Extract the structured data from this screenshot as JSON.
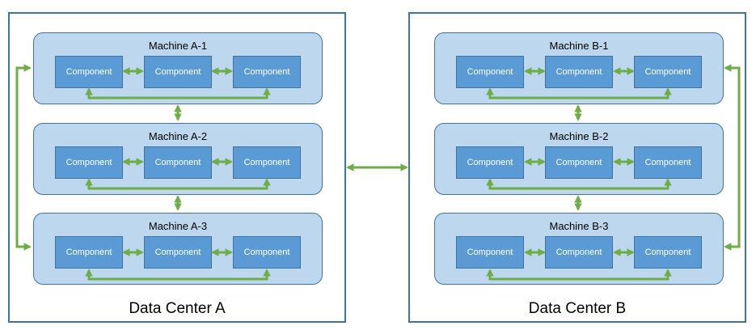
{
  "colors": {
    "datacenter_border": "#41719c",
    "machine_fill": "#bdd7ee",
    "component_fill": "#5b9bd5",
    "arrow": "#70ad47"
  },
  "datacenters": [
    {
      "title": "Data Center A",
      "machines": [
        {
          "title": "Machine A-1",
          "components": [
            "Component",
            "Component",
            "Component"
          ]
        },
        {
          "title": "Machine A-2",
          "components": [
            "Component",
            "Component",
            "Component"
          ]
        },
        {
          "title": "Machine A-3",
          "components": [
            "Component",
            "Component",
            "Component"
          ]
        }
      ]
    },
    {
      "title": "Data Center B",
      "machines": [
        {
          "title": "Machine B-1",
          "components": [
            "Component",
            "Component",
            "Component"
          ]
        },
        {
          "title": "Machine B-2",
          "components": [
            "Component",
            "Component",
            "Component"
          ]
        },
        {
          "title": "Machine B-3",
          "components": [
            "Component",
            "Component",
            "Component"
          ]
        }
      ]
    }
  ]
}
